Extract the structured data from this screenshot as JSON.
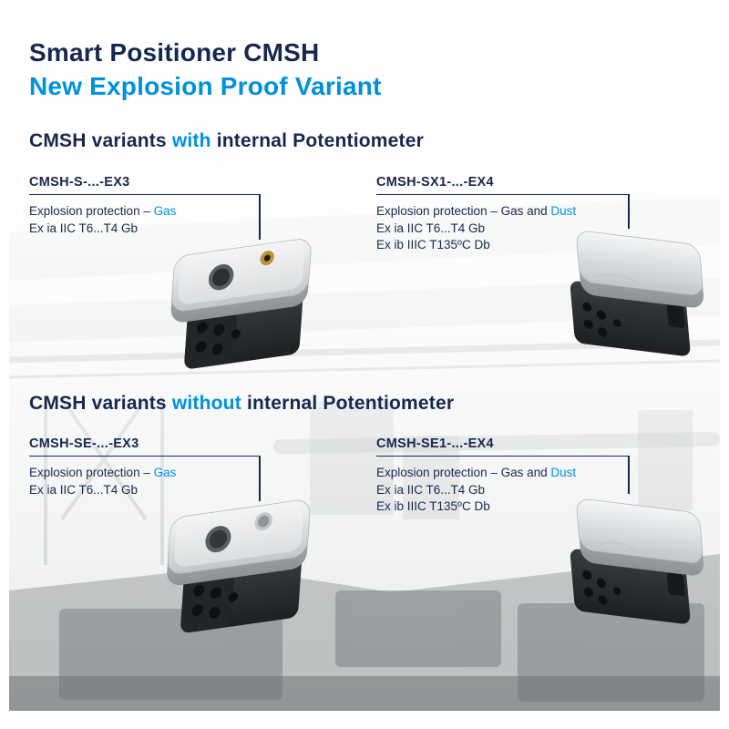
{
  "colors": {
    "accent": "#0091dc",
    "dark": "#17284e"
  },
  "header": {
    "title": "Smart Positioner CMSH",
    "subtitle": "New Explosion Proof Variant"
  },
  "sections": [
    {
      "heading": {
        "pre": "CMSH variants ",
        "accent": "with",
        "post": " internal Potentiometer"
      },
      "products": [
        {
          "model": "CMSH-S-...-EX3",
          "protection_prefix": "Explosion protection – ",
          "protection_accent": "Gas",
          "ex_lines": [
            {
              "text": "Ex ia IIC T6...T4 Gb"
            }
          ]
        },
        {
          "model": "CMSH-SX1-...-EX4",
          "protection_prefix": "Explosion protection – Gas and ",
          "protection_accent": "Dust",
          "ex_lines": [
            {
              "text": "Ex ia IIC T6...T4 Gb"
            },
            {
              "text": "Ex ib IIIC T135ºC Db"
            }
          ]
        }
      ]
    },
    {
      "heading": {
        "pre": "CMSH variants ",
        "accent": "without",
        "post": " internal Potentiometer"
      },
      "products": [
        {
          "model": "CMSH-SE-...-EX3",
          "protection_prefix": "Explosion protection – ",
          "protection_accent": "Gas",
          "ex_lines": [
            {
              "text": "Ex ia IIC T6...T4 Gb"
            }
          ]
        },
        {
          "model": "CMSH-SE1-...-EX4",
          "protection_prefix": "Explosion protection – Gas and ",
          "protection_accent": "Dust",
          "ex_lines": [
            {
              "text": "Ex ia IIC T6...T4 Gb"
            },
            {
              "text": "Ex ib IIIC T135ºC Db"
            }
          ]
        }
      ]
    }
  ]
}
